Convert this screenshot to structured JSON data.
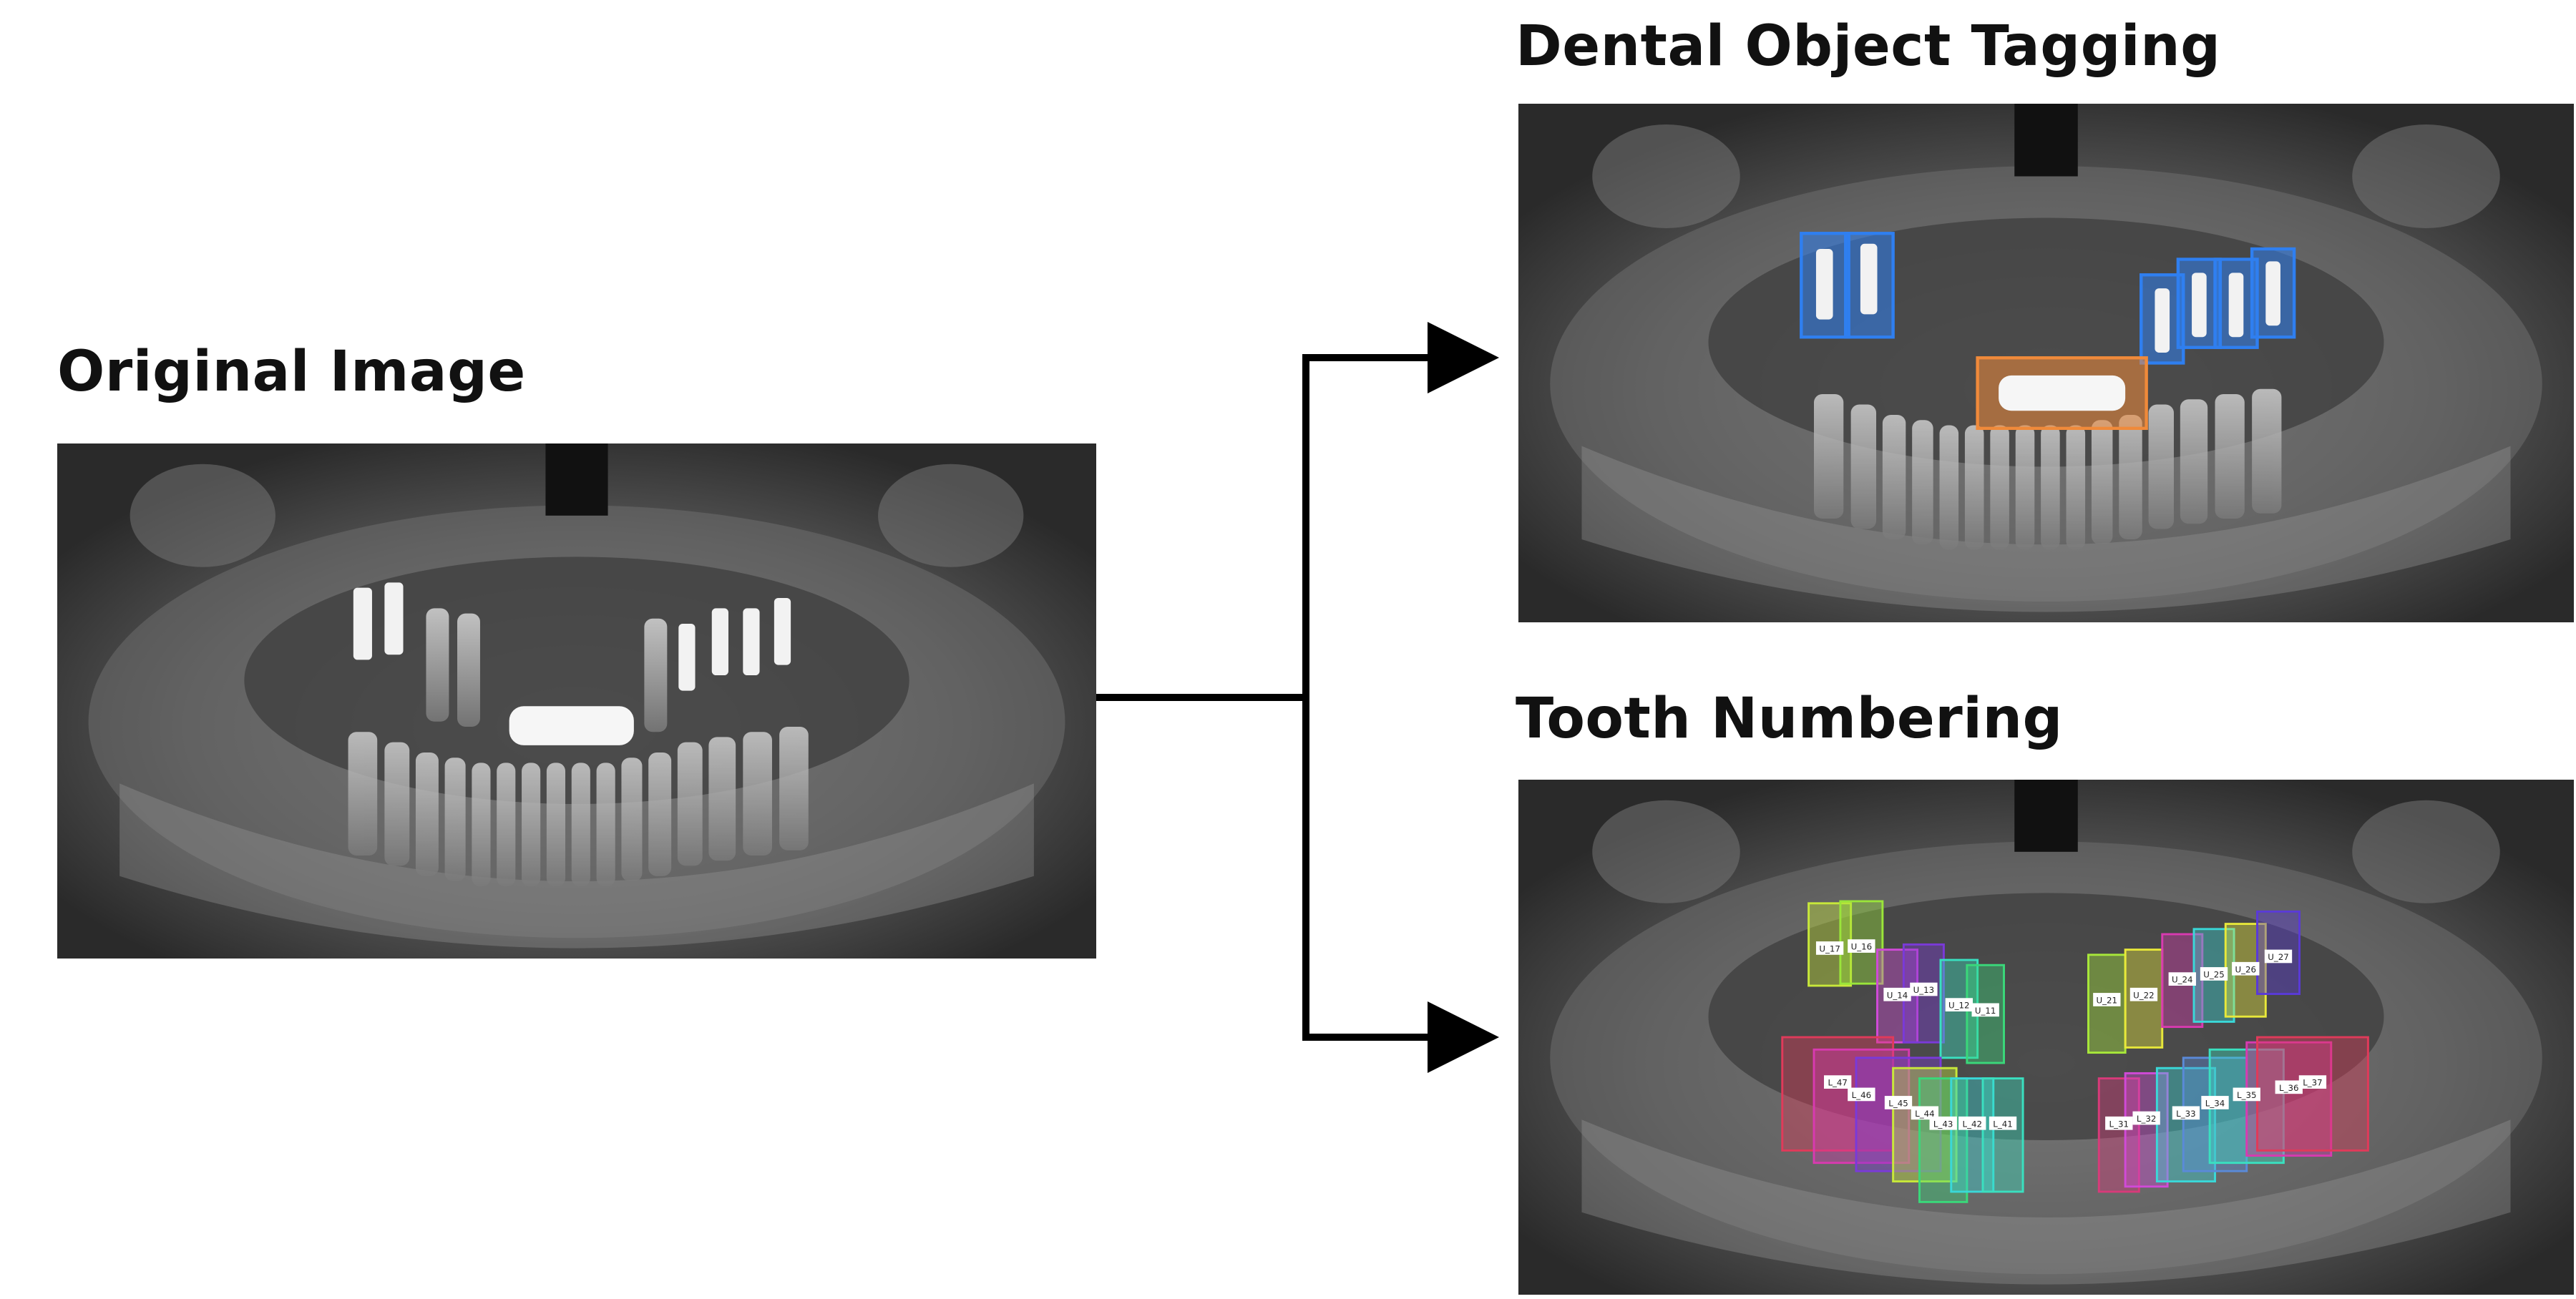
{
  "titles": {
    "original": "Original Image",
    "tagging": "Dental Object Tagging",
    "numbering": "Tooth Numbering"
  },
  "colors": {
    "implant_box": "#2f7ff0",
    "bridge_box": "#f08a3a",
    "arrow": "#000000"
  },
  "tooth_labels": [
    "U_17",
    "U_16",
    "U_14",
    "U_13",
    "U_12",
    "U_11",
    "U_21",
    "U_22",
    "U_24",
    "U_25",
    "U_26",
    "U_27",
    "L_47",
    "L_46",
    "L_45",
    "L_44",
    "L_43",
    "L_42",
    "L_41",
    "L_31",
    "L_32",
    "L_33",
    "L_34",
    "L_35",
    "L_36",
    "L_37"
  ]
}
